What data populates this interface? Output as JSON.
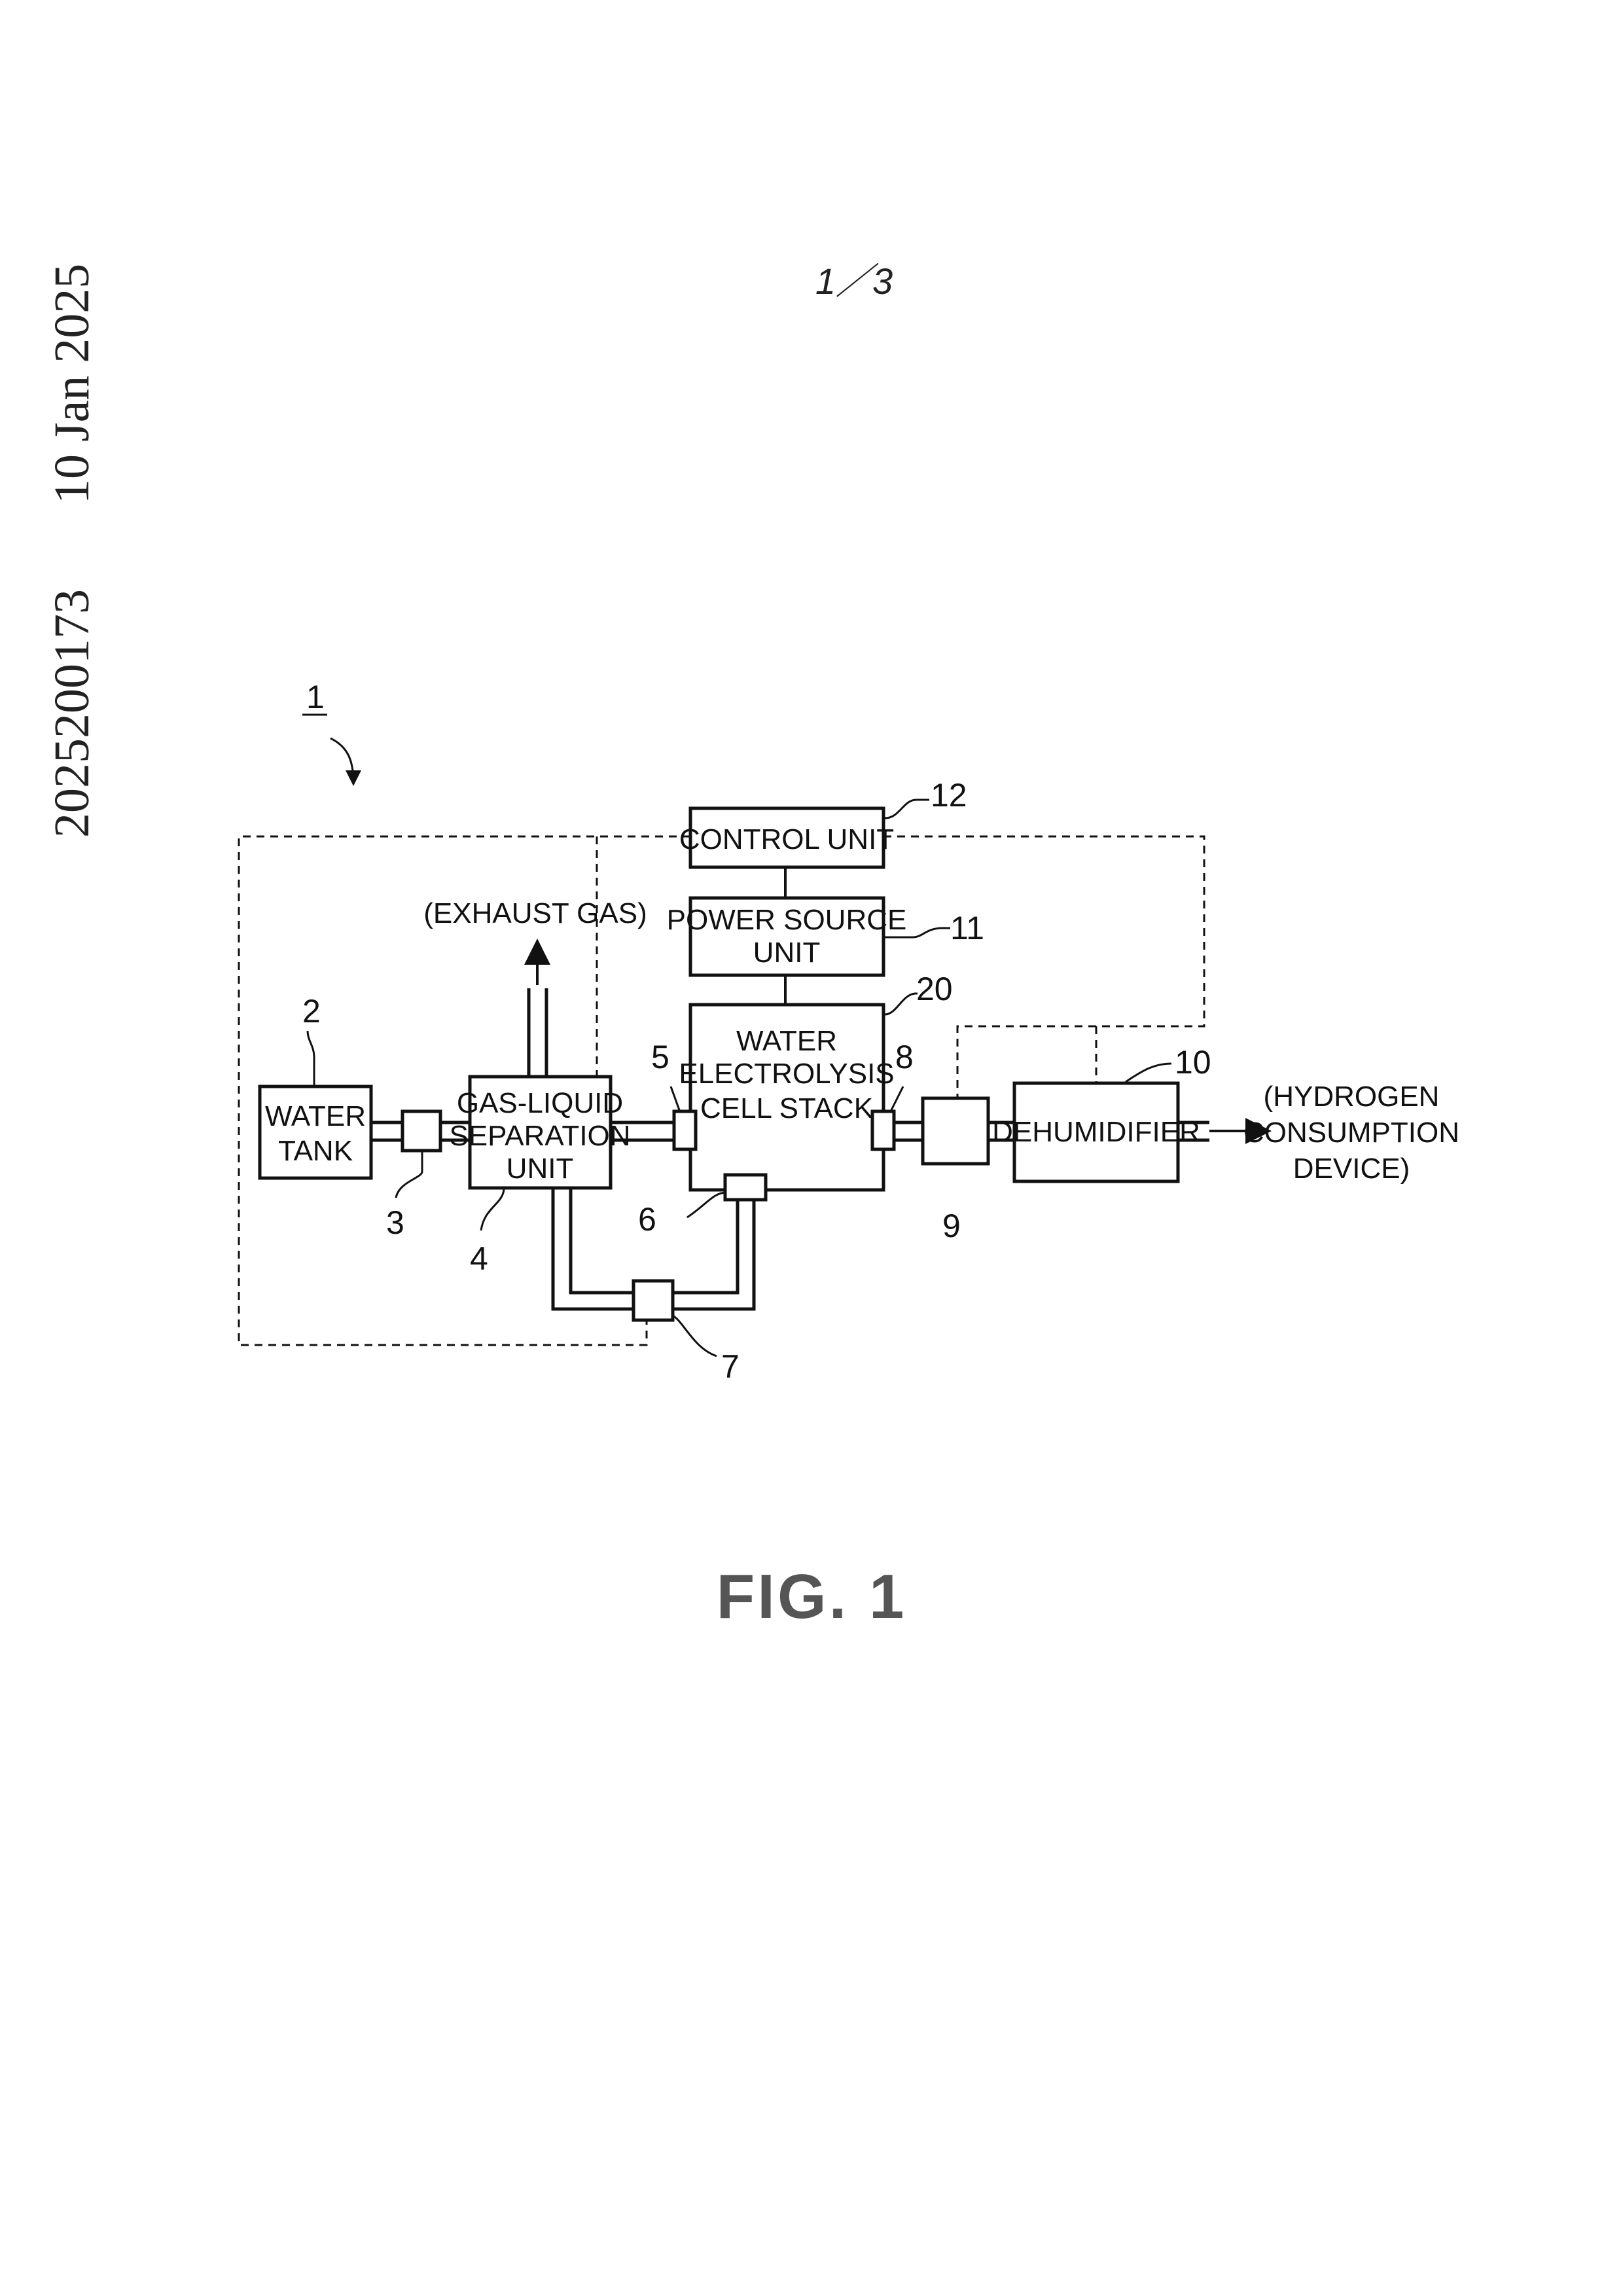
{
  "side_text": {
    "date": "10 Jan 2025",
    "number": "2025200173"
  },
  "page_number": "1／3",
  "figure": {
    "caption": "FIG. 1",
    "system_ref": "1",
    "components": {
      "control_unit": {
        "label": "CONTROL UNIT",
        "ref": "12"
      },
      "power_source": {
        "line1": "POWER SOURCE",
        "line2": "UNIT",
        "ref": "11"
      },
      "cell_stack": {
        "line1": "WATER",
        "line2": "ELECTROLYSIS",
        "line3": "CELL STACK",
        "ref": "20"
      },
      "water_tank": {
        "line1": "WATER",
        "line2": "TANK",
        "ref": "2"
      },
      "gas_liquid": {
        "line1": "GAS-LIQUID",
        "line2": "SEPARATION",
        "line3": "UNIT",
        "ref": "4"
      },
      "dehumidifier": {
        "label": "DEHUMIDIFIER",
        "ref": "10"
      },
      "pump_3": {
        "ref": "3"
      },
      "sensor_5": {
        "ref": "5"
      },
      "sensor_6": {
        "ref": "6"
      },
      "pump_7": {
        "ref": "7"
      },
      "sensor_8": {
        "ref": "8"
      },
      "valve_9": {
        "ref": "9"
      }
    },
    "exhaust_label": "(EXHAUST GAS)",
    "hydrogen_label": {
      "line1": "(HYDROGEN",
      "line2": "CONSUMPTION",
      "line3": "DEVICE)"
    }
  }
}
